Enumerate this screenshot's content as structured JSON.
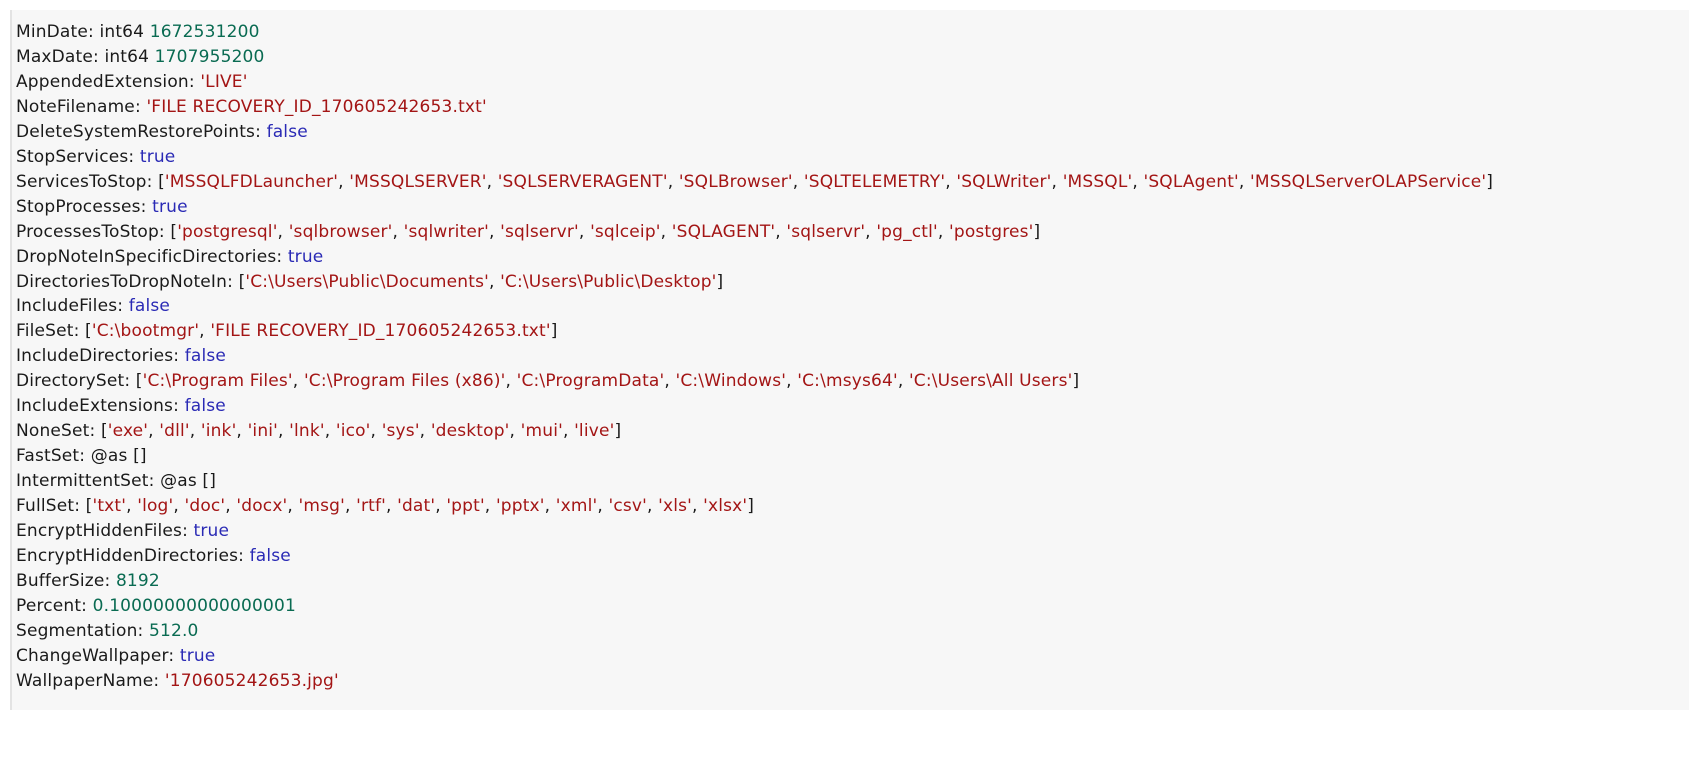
{
  "panel": {
    "name": "ransomware-configuration-dump",
    "background_color": "#f7f7f7",
    "colors": {
      "key": "#1a1a1a",
      "string": "#a31515",
      "boolean": "#2a2ab5",
      "number": "#0a6b52"
    }
  },
  "lines": [
    {
      "key": "MinDate",
      "sep": ": ",
      "type": "int64 ",
      "value": "1672531200",
      "kind": "num"
    },
    {
      "key": "MaxDate",
      "sep": ": ",
      "type": "int64 ",
      "value": "1707955200",
      "kind": "num"
    },
    {
      "key": "AppendedExtension",
      "sep": ": ",
      "value": "'LIVE'",
      "kind": "str"
    },
    {
      "key": "NoteFilename",
      "sep": ": ",
      "value": "'FILE RECOVERY_ID_170605242653.txt'",
      "kind": "str"
    },
    {
      "key": "DeleteSystemRestorePoints",
      "sep": ": ",
      "value": "false",
      "kind": "bool"
    },
    {
      "key": "StopServices",
      "sep": ": ",
      "value": "true",
      "kind": "bool"
    },
    {
      "key": "ServicesToStop",
      "sep": ": ",
      "kind": "list",
      "items": [
        "'MSSQLFDLauncher'",
        "'MSSQLSERVER'",
        "'SQLSERVERAGENT'",
        "'SQLBrowser'",
        "'SQLTELEMETRY'",
        "'SQLWriter'",
        "'MSSQL'",
        "'SQLAgent'",
        "'MSSQLServerOLAPService'"
      ]
    },
    {
      "key": "StopProcesses",
      "sep": ": ",
      "value": "true",
      "kind": "bool"
    },
    {
      "key": "ProcessesToStop",
      "sep": ": ",
      "kind": "list",
      "items": [
        "'postgresql'",
        "'sqlbrowser'",
        "'sqlwriter'",
        "'sqlservr'",
        "'sqlceip'",
        "'SQLAGENT'",
        "'sqlservr'",
        "'pg_ctl'",
        "'postgres'"
      ]
    },
    {
      "key": "DropNoteInSpecificDirectories",
      "sep": ": ",
      "value": "true",
      "kind": "bool"
    },
    {
      "key": "DirectoriesToDropNoteIn",
      "sep": ": ",
      "kind": "list",
      "items": [
        "'C:\\Users\\Public\\Documents'",
        "'C:\\Users\\Public\\Desktop'"
      ]
    },
    {
      "key": "IncludeFiles",
      "sep": ": ",
      "value": "false",
      "kind": "bool"
    },
    {
      "key": "FileSet",
      "sep": ": ",
      "kind": "list",
      "items": [
        "'C:\\bootmgr'",
        "'FILE RECOVERY_ID_170605242653.txt'"
      ]
    },
    {
      "key": "IncludeDirectories",
      "sep": ": ",
      "value": "false",
      "kind": "bool"
    },
    {
      "key": "DirectorySet",
      "sep": ": ",
      "kind": "list",
      "items": [
        "'C:\\Program Files'",
        "'C:\\Program Files (x86)'",
        "'C:\\ProgramData'",
        "'C:\\Windows'",
        "'C:\\msys64'",
        "'C:\\Users\\All Users'"
      ]
    },
    {
      "key": "IncludeExtensions",
      "sep": ": ",
      "value": "false",
      "kind": "bool"
    },
    {
      "key": "NoneSet",
      "sep": ": ",
      "kind": "list",
      "items": [
        "'exe'",
        "'dll'",
        "'ink'",
        "'ini'",
        "'lnk'",
        "'ico'",
        "'sys'",
        "'desktop'",
        "'mui'",
        "'live'"
      ]
    },
    {
      "key": "FastSet",
      "sep": ": ",
      "value": "@as []",
      "kind": "empty"
    },
    {
      "key": "IntermittentSet",
      "sep": ": ",
      "value": "@as []",
      "kind": "empty"
    },
    {
      "key": "FullSet",
      "sep": ": ",
      "kind": "list",
      "items": [
        "'txt'",
        "'log'",
        "'doc'",
        "'docx'",
        "'msg'",
        "'rtf'",
        "'dat'",
        "'ppt'",
        "'pptx'",
        "'xml'",
        "'csv'",
        "'xls'",
        "'xlsx'"
      ]
    },
    {
      "key": "EncryptHiddenFiles",
      "sep": ": ",
      "value": "true",
      "kind": "bool"
    },
    {
      "key": "EncryptHiddenDirectories",
      "sep": ": ",
      "value": "false",
      "kind": "bool"
    },
    {
      "key": "BufferSize",
      "sep": ": ",
      "value": "8192",
      "kind": "num"
    },
    {
      "key": "Percent",
      "sep": ": ",
      "value": "0.10000000000000001",
      "kind": "num"
    },
    {
      "key": "Segmentation",
      "sep": ": ",
      "value": "512.0",
      "kind": "num"
    },
    {
      "key": "ChangeWallpaper",
      "sep": ": ",
      "value": "true",
      "kind": "bool"
    },
    {
      "key": "WallpaperName",
      "sep": ": ",
      "value": "'170605242653.jpg'",
      "kind": "str"
    }
  ]
}
